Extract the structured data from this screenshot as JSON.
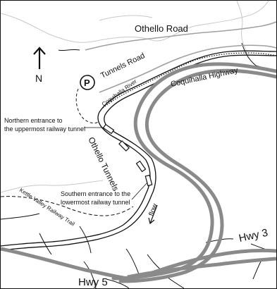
{
  "map": {
    "labels": {
      "othello_road": "Othello Road",
      "tunnels_road": "Tunnels Road",
      "coquihalla_river": "Coquihalla River",
      "coquihalla_highway": "Coquihalla Highway",
      "othello_tunnels": "Othello Tunnels",
      "kettle_valley_trail": "Kettle Valley Railway Trail",
      "flow": "flow",
      "hwy3": "Hwy 3",
      "hwy5": "Hwy 5",
      "north": "N",
      "parking": "P",
      "northern_entrance_line1": "Northern entrance to",
      "northern_entrance_line2": "the uppermost railway tunnel",
      "southern_entrance_line1": "Southern entrance to the",
      "southern_entrance_line2": "lowermost railway tunnel"
    },
    "colors": {
      "highway": "#8a8a8a",
      "road": "#9a9a9a",
      "river": "#111111",
      "contour": "#c8c8c8",
      "outline": "#111111"
    },
    "icons": [
      "north-arrow-icon",
      "parking-icon",
      "tunnel-icon"
    ]
  }
}
